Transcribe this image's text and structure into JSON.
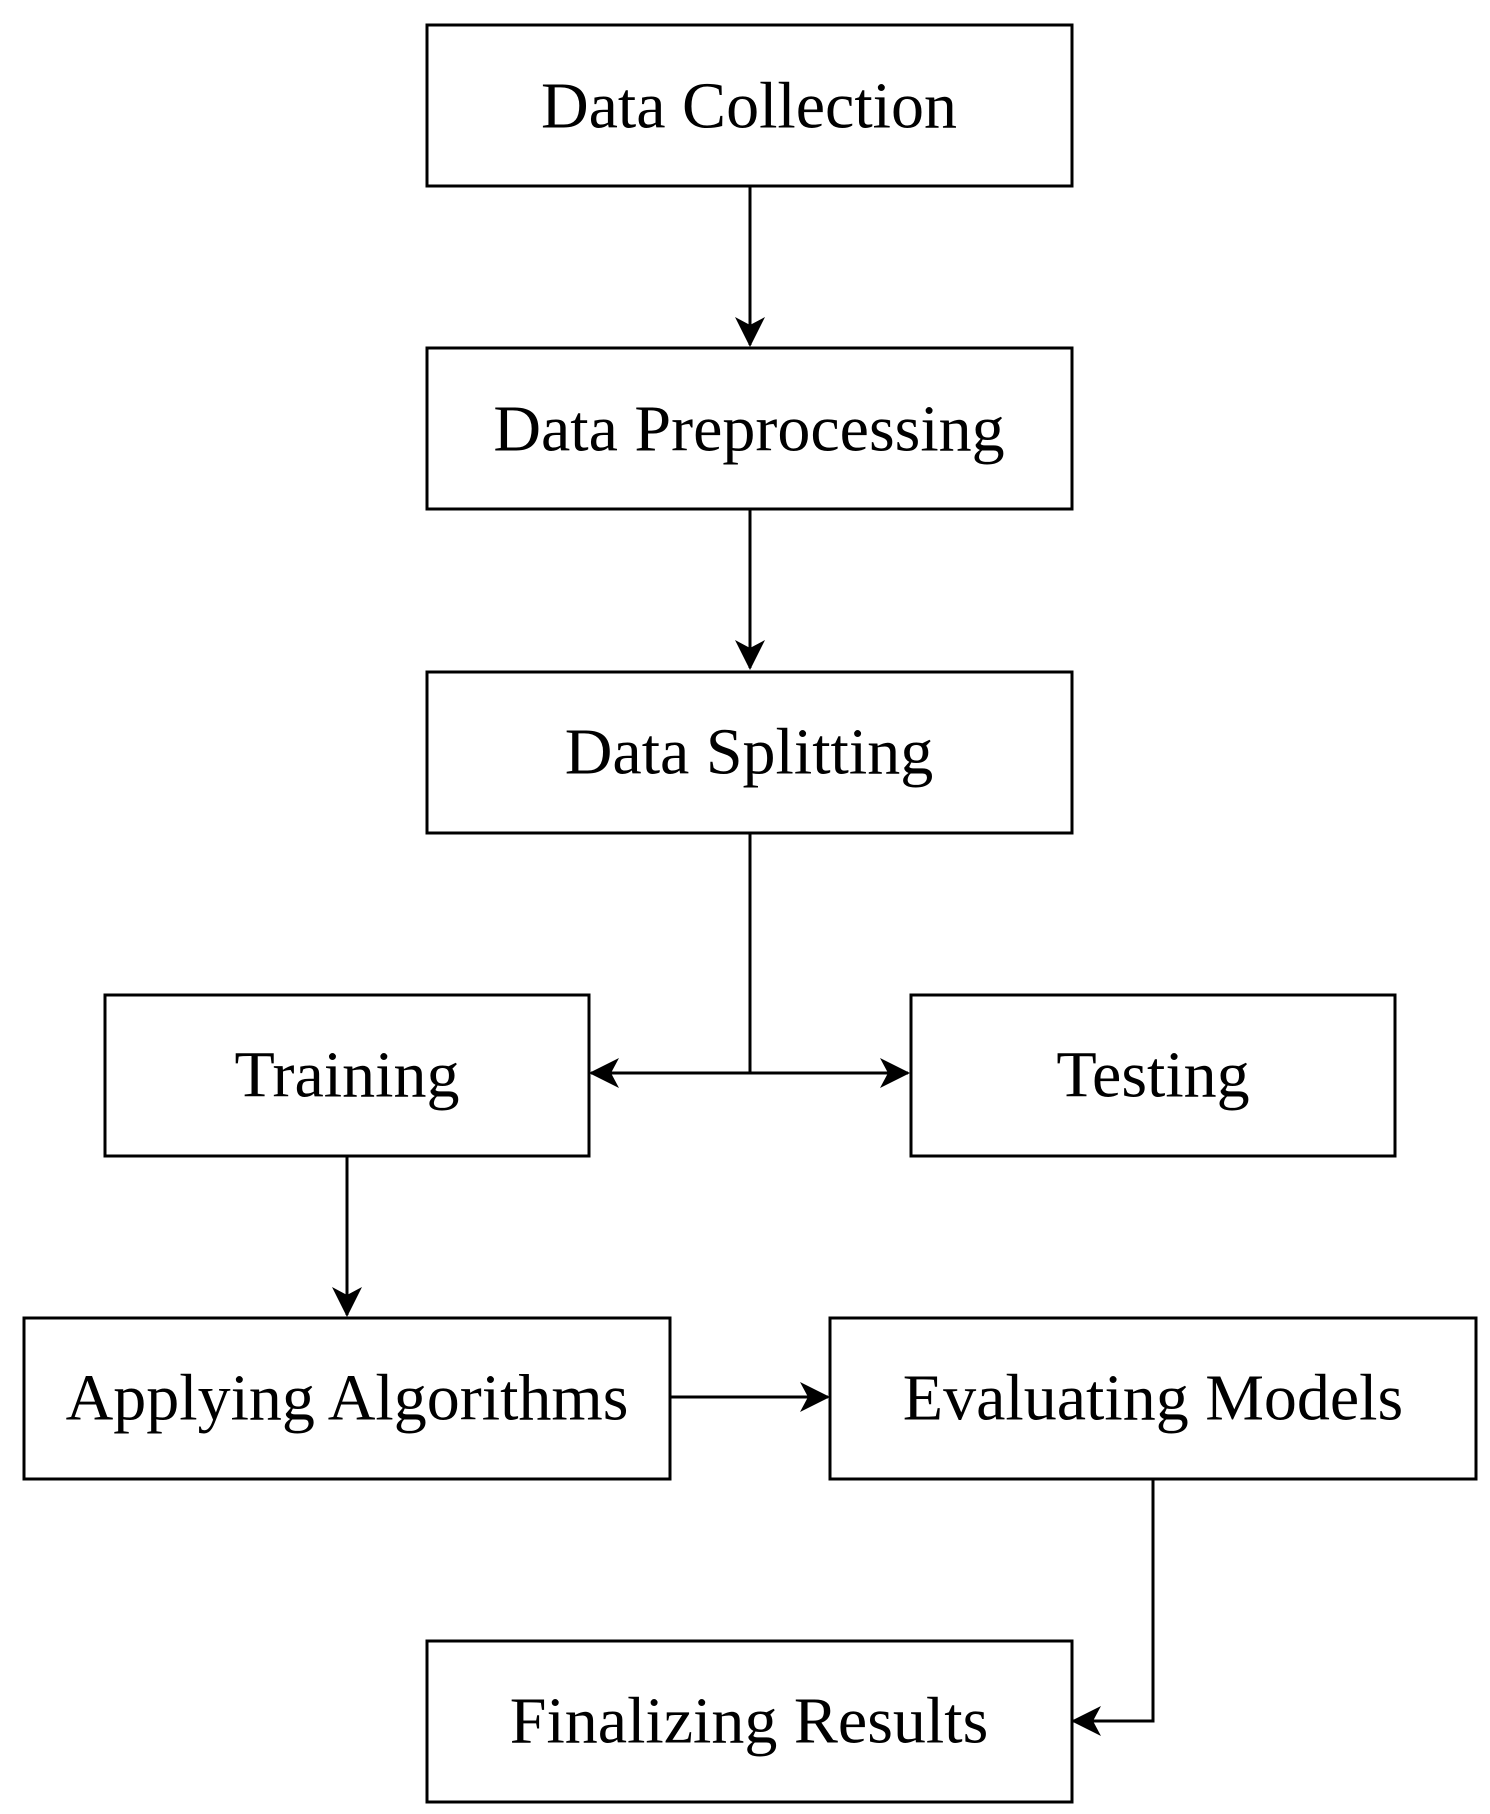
{
  "nodes": {
    "data_collection": "Data Collection",
    "data_preprocessing": "Data Preprocessing",
    "data_splitting": "Data Splitting",
    "training": "Training",
    "testing": "Testing",
    "applying_algorithms": "Applying Algorithms",
    "evaluating_models": "Evaluating Models",
    "finalizing_results": "Finalizing Results"
  },
  "edges": [
    {
      "from": "data_collection",
      "to": "data_preprocessing"
    },
    {
      "from": "data_preprocessing",
      "to": "data_splitting"
    },
    {
      "from": "data_splitting",
      "to": "training"
    },
    {
      "from": "data_splitting",
      "to": "testing"
    },
    {
      "from": "training",
      "to": "applying_algorithms"
    },
    {
      "from": "applying_algorithms",
      "to": "evaluating_models"
    },
    {
      "from": "evaluating_models",
      "to": "finalizing_results"
    }
  ],
  "colors": {
    "stroke": "#000000",
    "fill": "#ffffff",
    "text": "#000000"
  }
}
